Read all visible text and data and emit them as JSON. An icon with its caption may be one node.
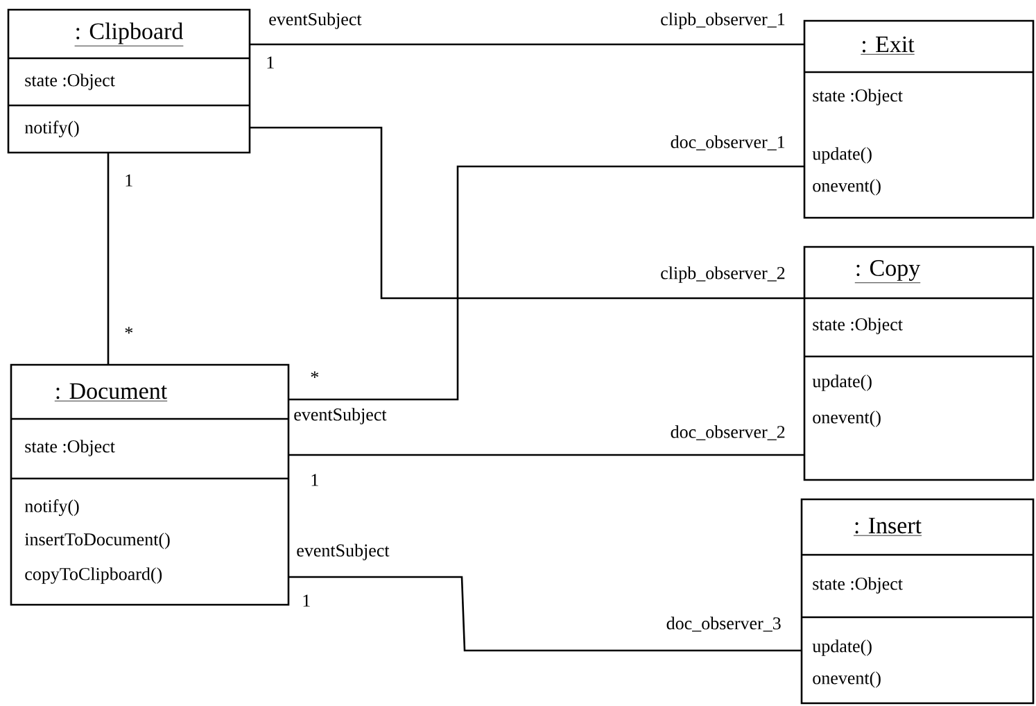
{
  "diagram": {
    "nodes": [
      {
        "text": [
          ": Clipboard",
          "state :Object",
          "notify()"
        ]
      },
      {
        "text": [
          ": Exit",
          "state :Object",
          "update()",
          "onevent()"
        ]
      },
      {
        "text": [
          ": Copy",
          "state :Object",
          "update()",
          "onevent()"
        ]
      },
      {
        "text": [
          ": Document",
          "state :Object",
          "notify()",
          "insertToDocument()",
          "copyToClipboard()"
        ]
      },
      {
        "text": [
          ": Insert",
          "state :Object",
          "update()",
          "onevent()"
        ]
      }
    ],
    "edges": [
      {
        "from": 0,
        "to": 1,
        "arrow": "none",
        "label": "clipb_observer_1"
      },
      {
        "from": 0,
        "to": 2,
        "arrow": "none",
        "label": "clipb_observer_2"
      },
      {
        "from": 0,
        "to": 3,
        "arrow": "none"
      },
      {
        "from": 3,
        "to": 1,
        "arrow": "none",
        "label": "doc_observer_1"
      },
      {
        "from": 3,
        "to": 2,
        "arrow": "none",
        "label": "doc_observer_2"
      },
      {
        "from": 3,
        "to": 4,
        "arrow": "none",
        "label": "doc_observer_3"
      }
    ],
    "labels": [
      "eventSubject",
      "1",
      "1",
      "*",
      "*",
      "eventSubject",
      "1",
      "eventSubject",
      "1"
    ]
  }
}
